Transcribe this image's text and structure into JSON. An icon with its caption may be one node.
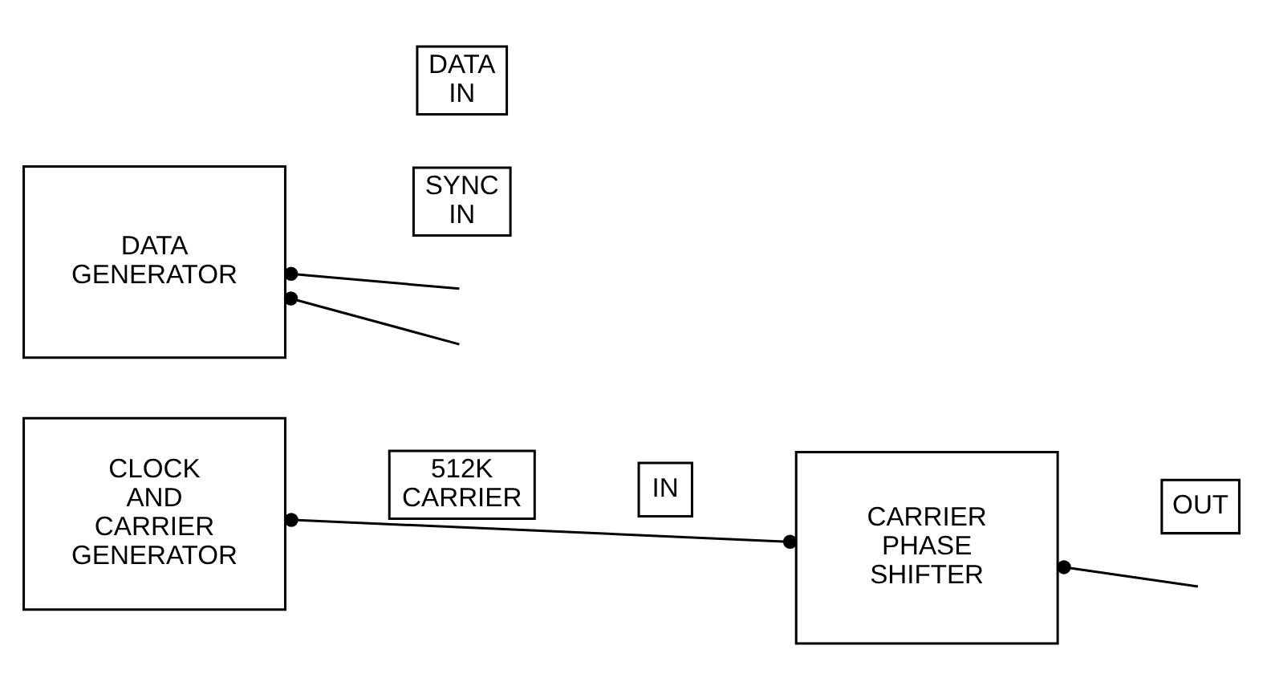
{
  "diagram": {
    "nodes": [
      {
        "text": [
          "DATA GENERATOR"
        ]
      },
      {
        "text": [
          "DATA IN"
        ]
      },
      {
        "text": [
          "SYNC IN"
        ]
      },
      {
        "text": [
          "CLOCK AND CARRIER GENERATOR"
        ]
      },
      {
        "text": [
          "512K CARRIER"
        ]
      },
      {
        "text": [
          "IN"
        ]
      },
      {
        "text": [
          "CARRIER PHASE SHIFTER"
        ]
      },
      {
        "text": [
          "OUT"
        ]
      }
    ],
    "edges": [
      {
        "from": 0,
        "to": null,
        "arrow": "other"
      },
      {
        "from": 0,
        "to": null,
        "arrow": "other"
      },
      {
        "from": 3,
        "to": 6,
        "arrow": "other"
      },
      {
        "from": 6,
        "to": null,
        "arrow": "other"
      }
    ]
  }
}
